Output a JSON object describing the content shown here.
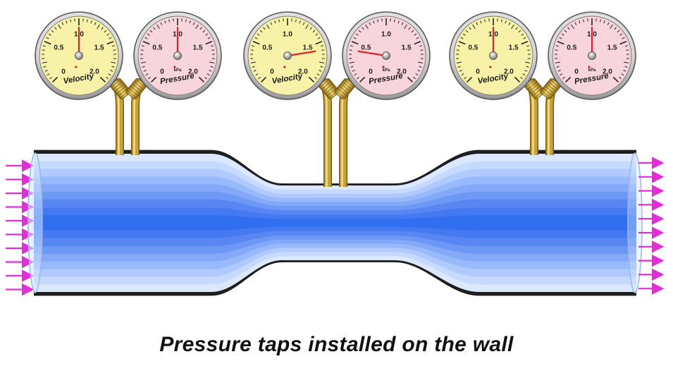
{
  "caption": "Pressure taps installed on the wall",
  "gauge_scale": {
    "min": 0,
    "max": 2.0,
    "tick_labels": [
      "0",
      "0.5",
      "1.0",
      "1.5",
      "2.0"
    ]
  },
  "gauges": [
    {
      "id": "velocity-inlet",
      "kind": "Velocity",
      "unit": "",
      "reading": 1.0
    },
    {
      "id": "pressure-inlet",
      "kind": "Pressure",
      "unit": "kPa",
      "reading": 1.0
    },
    {
      "id": "velocity-throat",
      "kind": "Velocity",
      "unit": "",
      "reading": 1.6
    },
    {
      "id": "pressure-throat",
      "kind": "Pressure",
      "unit": "kPa",
      "reading": 0.4
    },
    {
      "id": "velocity-outlet",
      "kind": "Velocity",
      "unit": "",
      "reading": 1.0
    },
    {
      "id": "pressure-outlet",
      "kind": "Pressure",
      "unit": "kPa",
      "reading": 1.0
    }
  ],
  "colors": {
    "velocity_face": "#f7f2a8",
    "pressure_face": "#f8d4dc",
    "needle": "#e0202a",
    "brass": "#c9a33a",
    "pipe_wall": "#1e1e1e",
    "flow_core": "#2f6ff0",
    "flow_edge": "#dbe8ff",
    "arrow": "#e02fd6"
  }
}
